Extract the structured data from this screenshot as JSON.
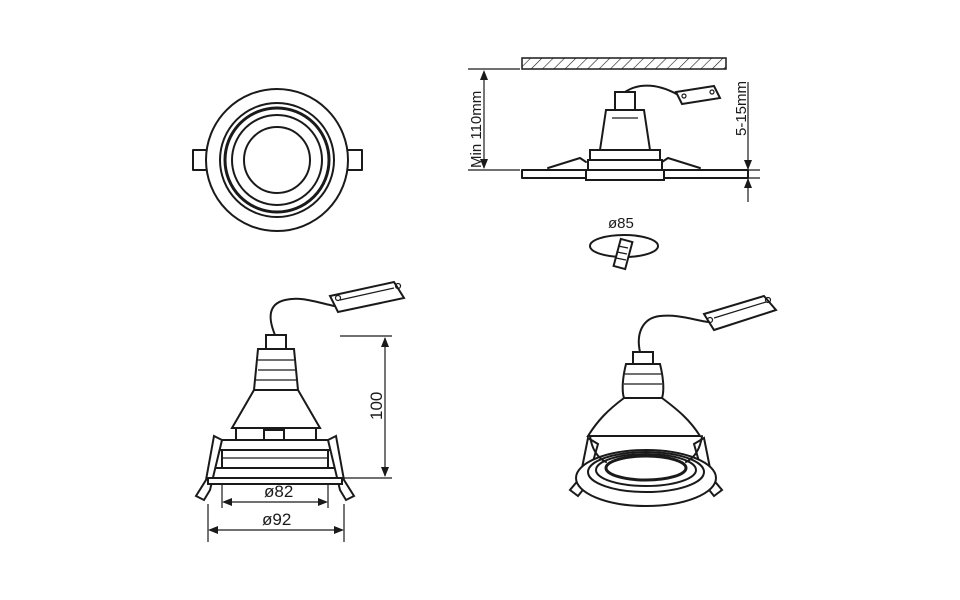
{
  "dimensions": {
    "min_height": "Min 110mm",
    "cutout_depth": "5-15mm",
    "cutout_diameter": "ø85",
    "height": "100",
    "inner_diameter": "ø82",
    "outer_diameter": "ø92"
  },
  "colors": {
    "line": "#1a1a1a",
    "background": "#ffffff"
  }
}
